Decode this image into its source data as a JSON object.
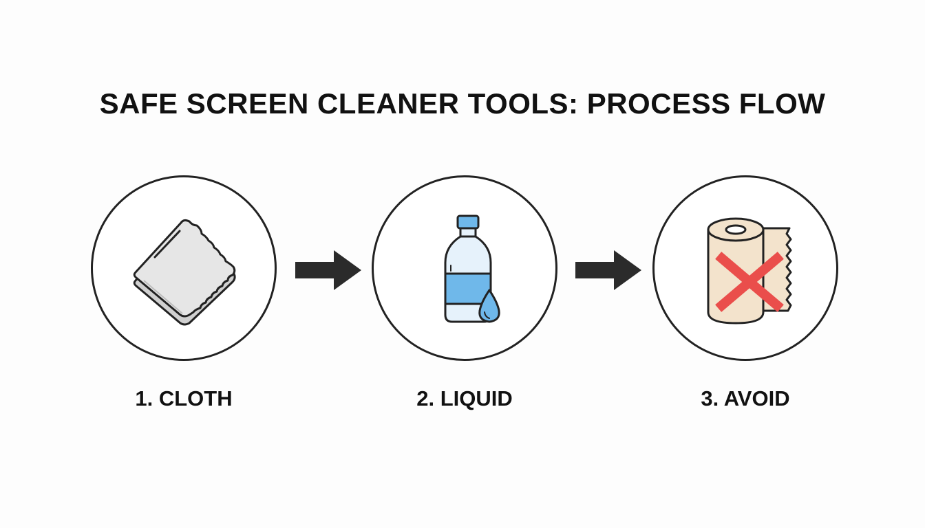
{
  "title": "SAFE SCREEN CLEANER TOOLS: PROCESS FLOW",
  "steps": [
    {
      "label": "1. CLOTH",
      "icon": "microfiber-cloth-icon"
    },
    {
      "label": "2. LIQUID",
      "icon": "spray-bottle-icon"
    },
    {
      "label": "3. AVOID",
      "icon": "paper-towel-crossed-icon"
    }
  ],
  "colors": {
    "outline": "#222222",
    "cloth": "#e4e4e4",
    "liquid": "#6fb8ea",
    "bottle": "#e6f2fb",
    "paper": "#f3e3cc",
    "cross": "#ea4e4b"
  }
}
